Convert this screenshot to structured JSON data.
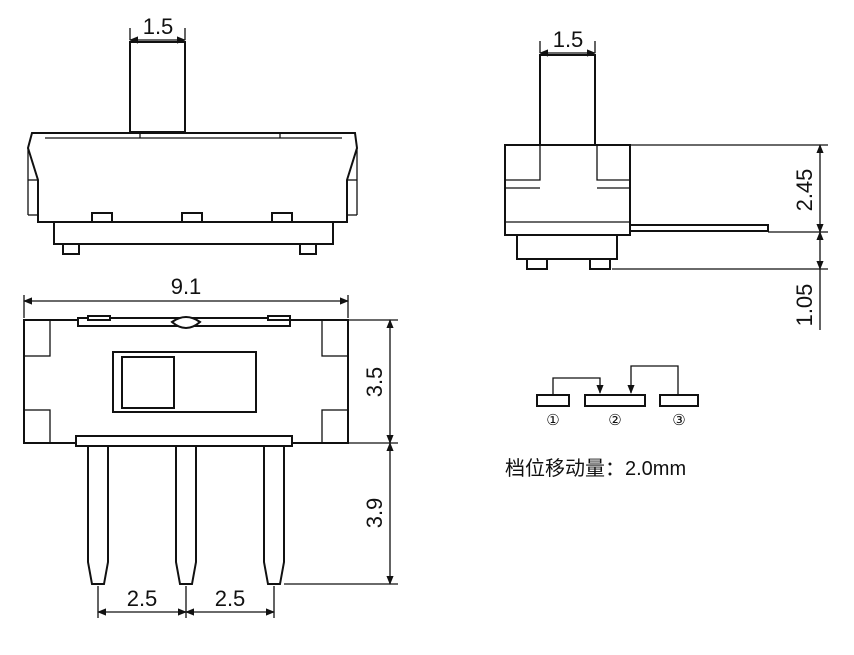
{
  "front_view": {
    "actuator_width": "1.5"
  },
  "side_view": {
    "actuator_width": "1.5",
    "body_height": "2.45",
    "pin_height": "1.05"
  },
  "top_view": {
    "total_width": "9.1",
    "body_depth": "3.5",
    "pin_length": "3.9",
    "pin_pitch_left": "2.5",
    "pin_pitch_right": "2.5"
  },
  "schematic": {
    "terminal_1": "①",
    "terminal_2": "②",
    "terminal_3": "③",
    "caption": "档位移动量：2.0mm"
  }
}
